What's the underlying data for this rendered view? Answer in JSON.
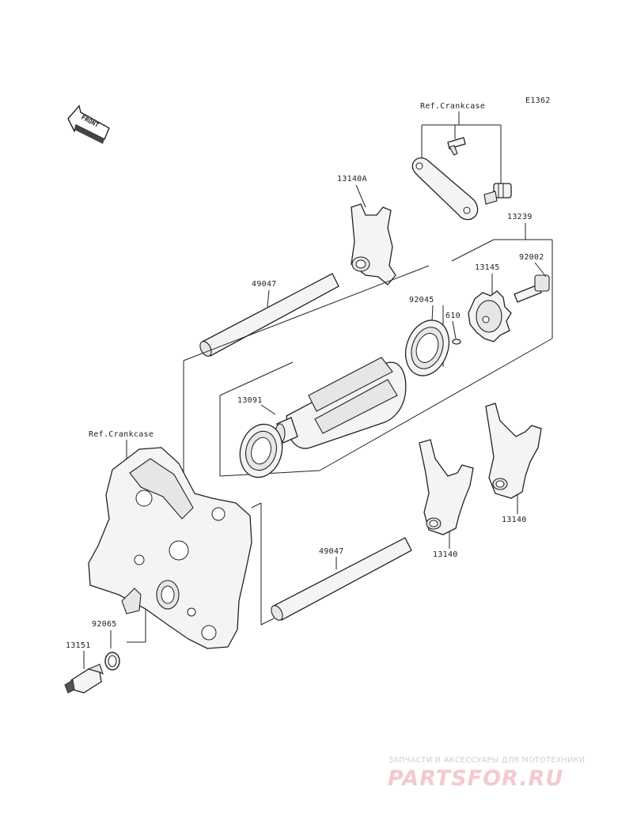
{
  "diagram_id": "E1362",
  "front_label": "FRONT",
  "callouts": {
    "ref_crankcase_top": "Ref.Crankcase",
    "ref_crankcase_left": "Ref.Crankcase",
    "p13140A": "13140A",
    "p13239": "13239",
    "p92002": "92002",
    "p13145": "13145",
    "p92045": "92045",
    "p610": "610",
    "p49047_upper": "49047",
    "p13091": "13091",
    "p13140_right": "13140",
    "p13140_mid": "13140",
    "p49047_lower": "49047",
    "p92065": "92065",
    "p13151": "13151"
  },
  "watermark": {
    "subtitle": "ЗАПЧАСТИ И АКСЕССУАРЫ ДЛЯ МОТОТЕХНИКИ",
    "brand": "PARTSFOR.RU"
  }
}
